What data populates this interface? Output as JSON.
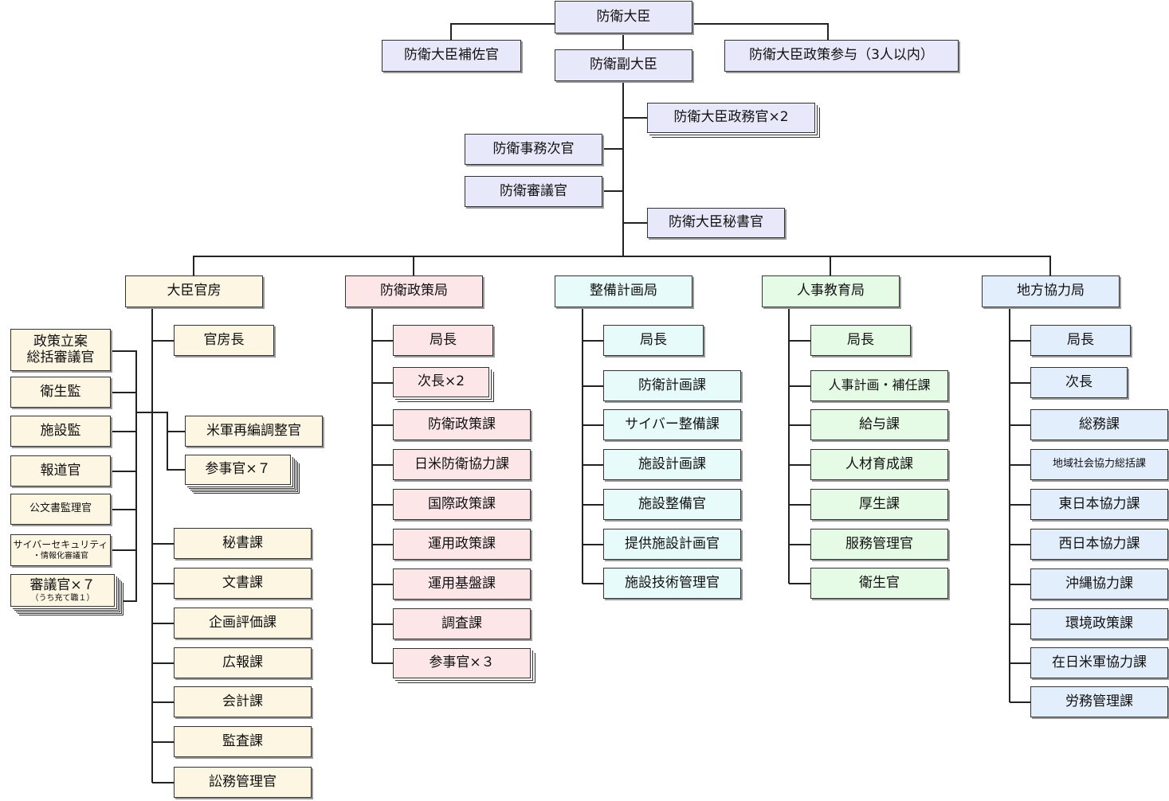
{
  "top": {
    "minister": "防衛大臣",
    "aide": "防衛大臣補佐官",
    "vice_minister": "防衛副大臣",
    "policy_advisor": "防衛大臣政策参与（3人以内）",
    "parliamentary_vice": "防衛大臣政務官×2",
    "admin_vice": "防衛事務次官",
    "councilor": "防衛審議官",
    "secretary": "防衛大臣秘書官"
  },
  "staff_left": {
    "policy_planning_1": "政策立案",
    "policy_planning_2": "総括審議官",
    "sanitation": "衛生監",
    "facilities": "施設監",
    "press": "報道官",
    "records": "公文書監理官",
    "cyber_1": "サイバーセキュリティ",
    "cyber_2": "・情報化審議官",
    "councilors": "審議官×７",
    "councilors_note": "（うち充て職１）"
  },
  "minister_secretariat": {
    "name": "大臣官房",
    "items": {
      "chief": "官房長",
      "realign": "米軍再編調整官",
      "counselors": "参事官×７",
      "secretariat": "秘書課",
      "documents": "文書課",
      "evaluation": "企画評価課",
      "pr": "広報課",
      "accounting": "会計課",
      "audit": "監査課",
      "litigation": "訟務管理官"
    }
  },
  "defense_policy": {
    "name": "防衛政策局",
    "items": [
      "局長",
      "次長×2",
      "防衛政策課",
      "日米防衛協力課",
      "国際政策課",
      "運用政策課",
      "運用基盤課",
      "調査課",
      "参事官×３"
    ]
  },
  "defense_buildup": {
    "name": "整備計画局",
    "items": [
      "局長",
      "防衛計画課",
      "サイバー整備課",
      "施設計画課",
      "施設整備官",
      "提供施設計画官",
      "施設技術管理官"
    ]
  },
  "personnel": {
    "name": "人事教育局",
    "items": [
      "局長",
      "人事計画・補任課",
      "給与課",
      "人材育成課",
      "厚生課",
      "服務管理官",
      "衛生官"
    ]
  },
  "regional": {
    "name": "地方協力局",
    "items": [
      "局長",
      "次長",
      "総務課",
      "地域社会協力総括課",
      "東日本協力課",
      "西日本協力課",
      "沖縄協力課",
      "環境政策課",
      "在日米軍協力課",
      "労務管理課"
    ]
  },
  "colors": {
    "top": "#e8e8fb",
    "secretariat": "#fdf6e3",
    "policy": "#fde6e8",
    "buildup": "#e8fbfb",
    "personnel": "#e6fbe6",
    "regional": "#e3eefc",
    "line": "#222222"
  }
}
